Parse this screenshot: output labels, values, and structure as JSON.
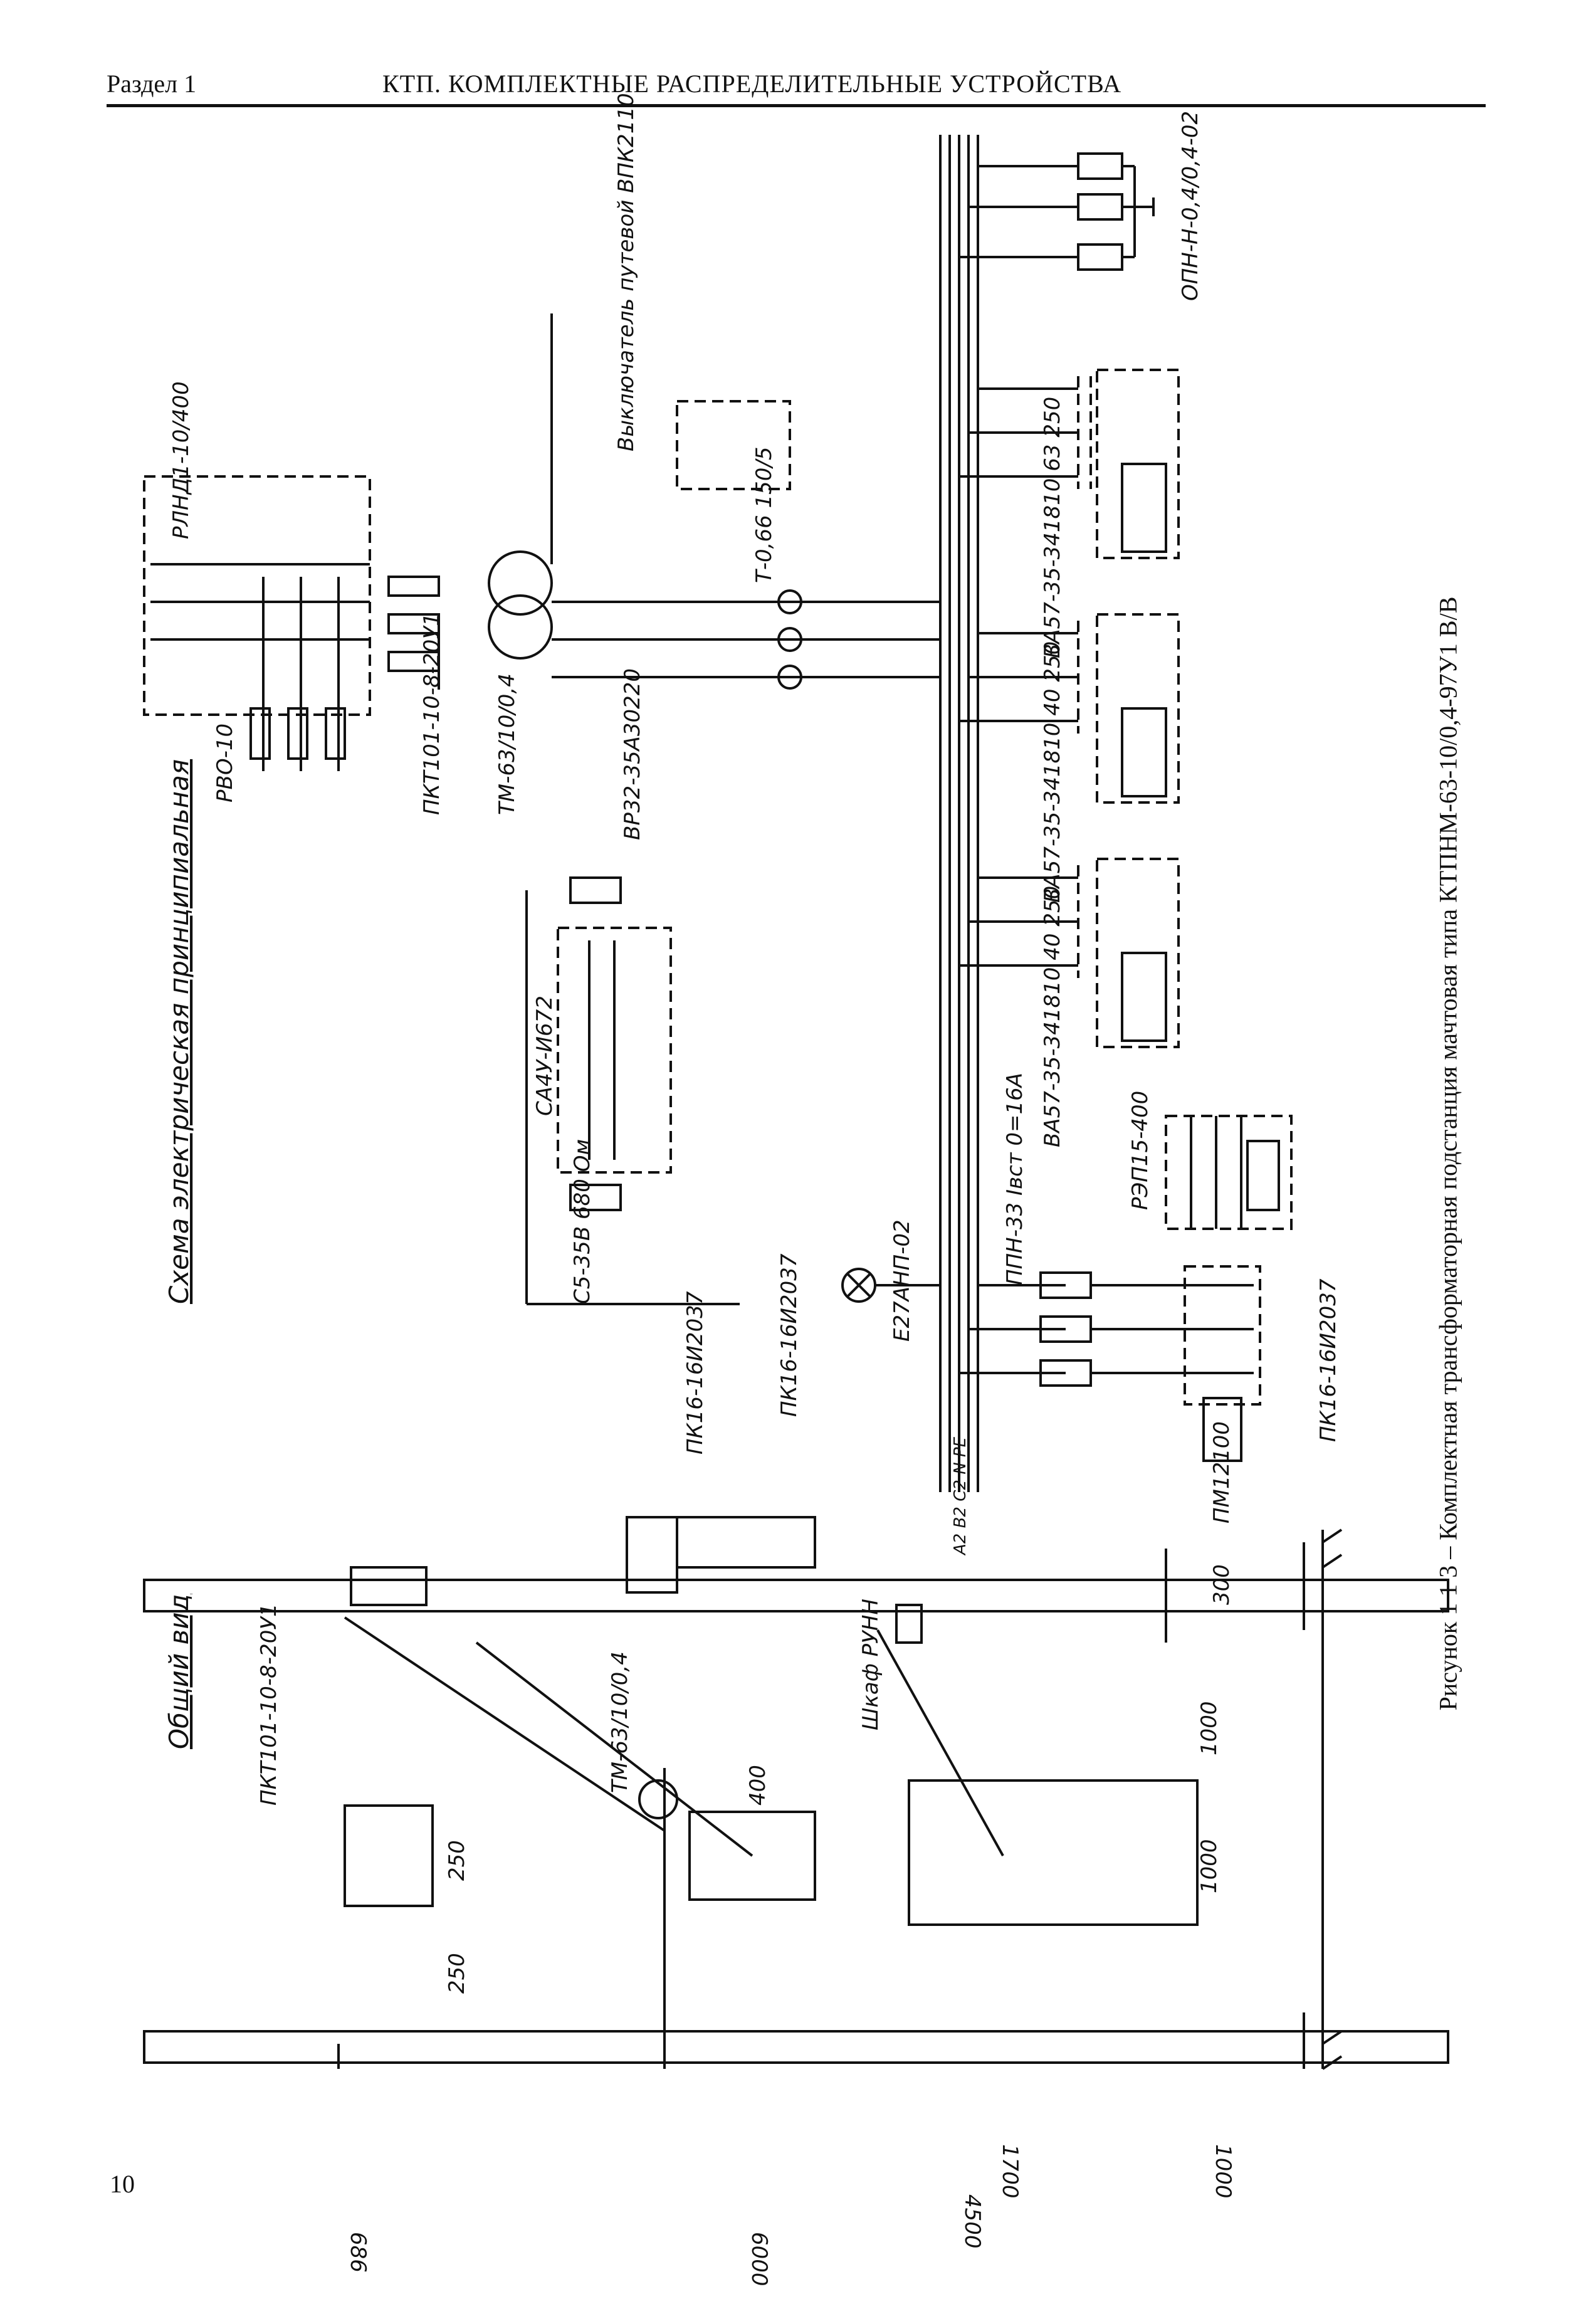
{
  "header": {
    "section": "Раздел 1",
    "title": "КТП. КОМПЛЕКТНЫЕ РАСПРЕДЕЛИТЕЛЬНЫЕ УСТРОЙСТВА"
  },
  "page_number": "10",
  "caption": "Рисунок 1 1 3 – Комплектная трансформаторная подстанция мачтовая типа КТПНМ-63-10/0,4-97У1 В/В",
  "schema": {
    "title": "Схема электрическая принципиальная",
    "labels": {
      "rlnd": "РЛНД1-10/400",
      "rvo": "РВО-10",
      "pkt": "ПКТ101-10-8-20У1",
      "tm": "ТМ-63/10/0,4",
      "vr": "ВР32-35А30220",
      "ta": "Т-0,66 150/5",
      "vpk": "Выключатель путевой ВПК2110",
      "opn": "ОПН-Н-0,4/0,4-02",
      "sa4u": "СА4У-И672",
      "s5": "С5-35В 680 Ом",
      "pk16a": "ПК16-16И2037",
      "pk16b": "ПК16-16И2037",
      "pk16c": "ПК16-16И2037",
      "lamp": "Е27АНП-02",
      "ppn": "ППН-33 Iвст 0=16А",
      "rep": "РЭП15-400",
      "pm": "ПМ12100",
      "ba1": "ВА57-35-341810 40 250",
      "ba2": "ВА57-35-341810 40 250",
      "ba3": "ВА57-35-341810 63 250",
      "bus": "А2 В2 С2 N РЕ"
    }
  },
  "general_view": {
    "title": "Общий вид",
    "labels": {
      "pkt": "ПКТ101-10-8-20У1",
      "tm": "ТМ-63/10/0,4",
      "cabinet": "Шкаф РУНН"
    },
    "dims": {
      "d250a": "250",
      "d250b": "250",
      "d400": "400",
      "d300": "300",
      "d1000a": "1000",
      "d1000b": "1000",
      "d1700": "1700",
      "d1000c": "1000",
      "d4500": "4500",
      "d6000": "6000",
      "d686": "686"
    }
  }
}
